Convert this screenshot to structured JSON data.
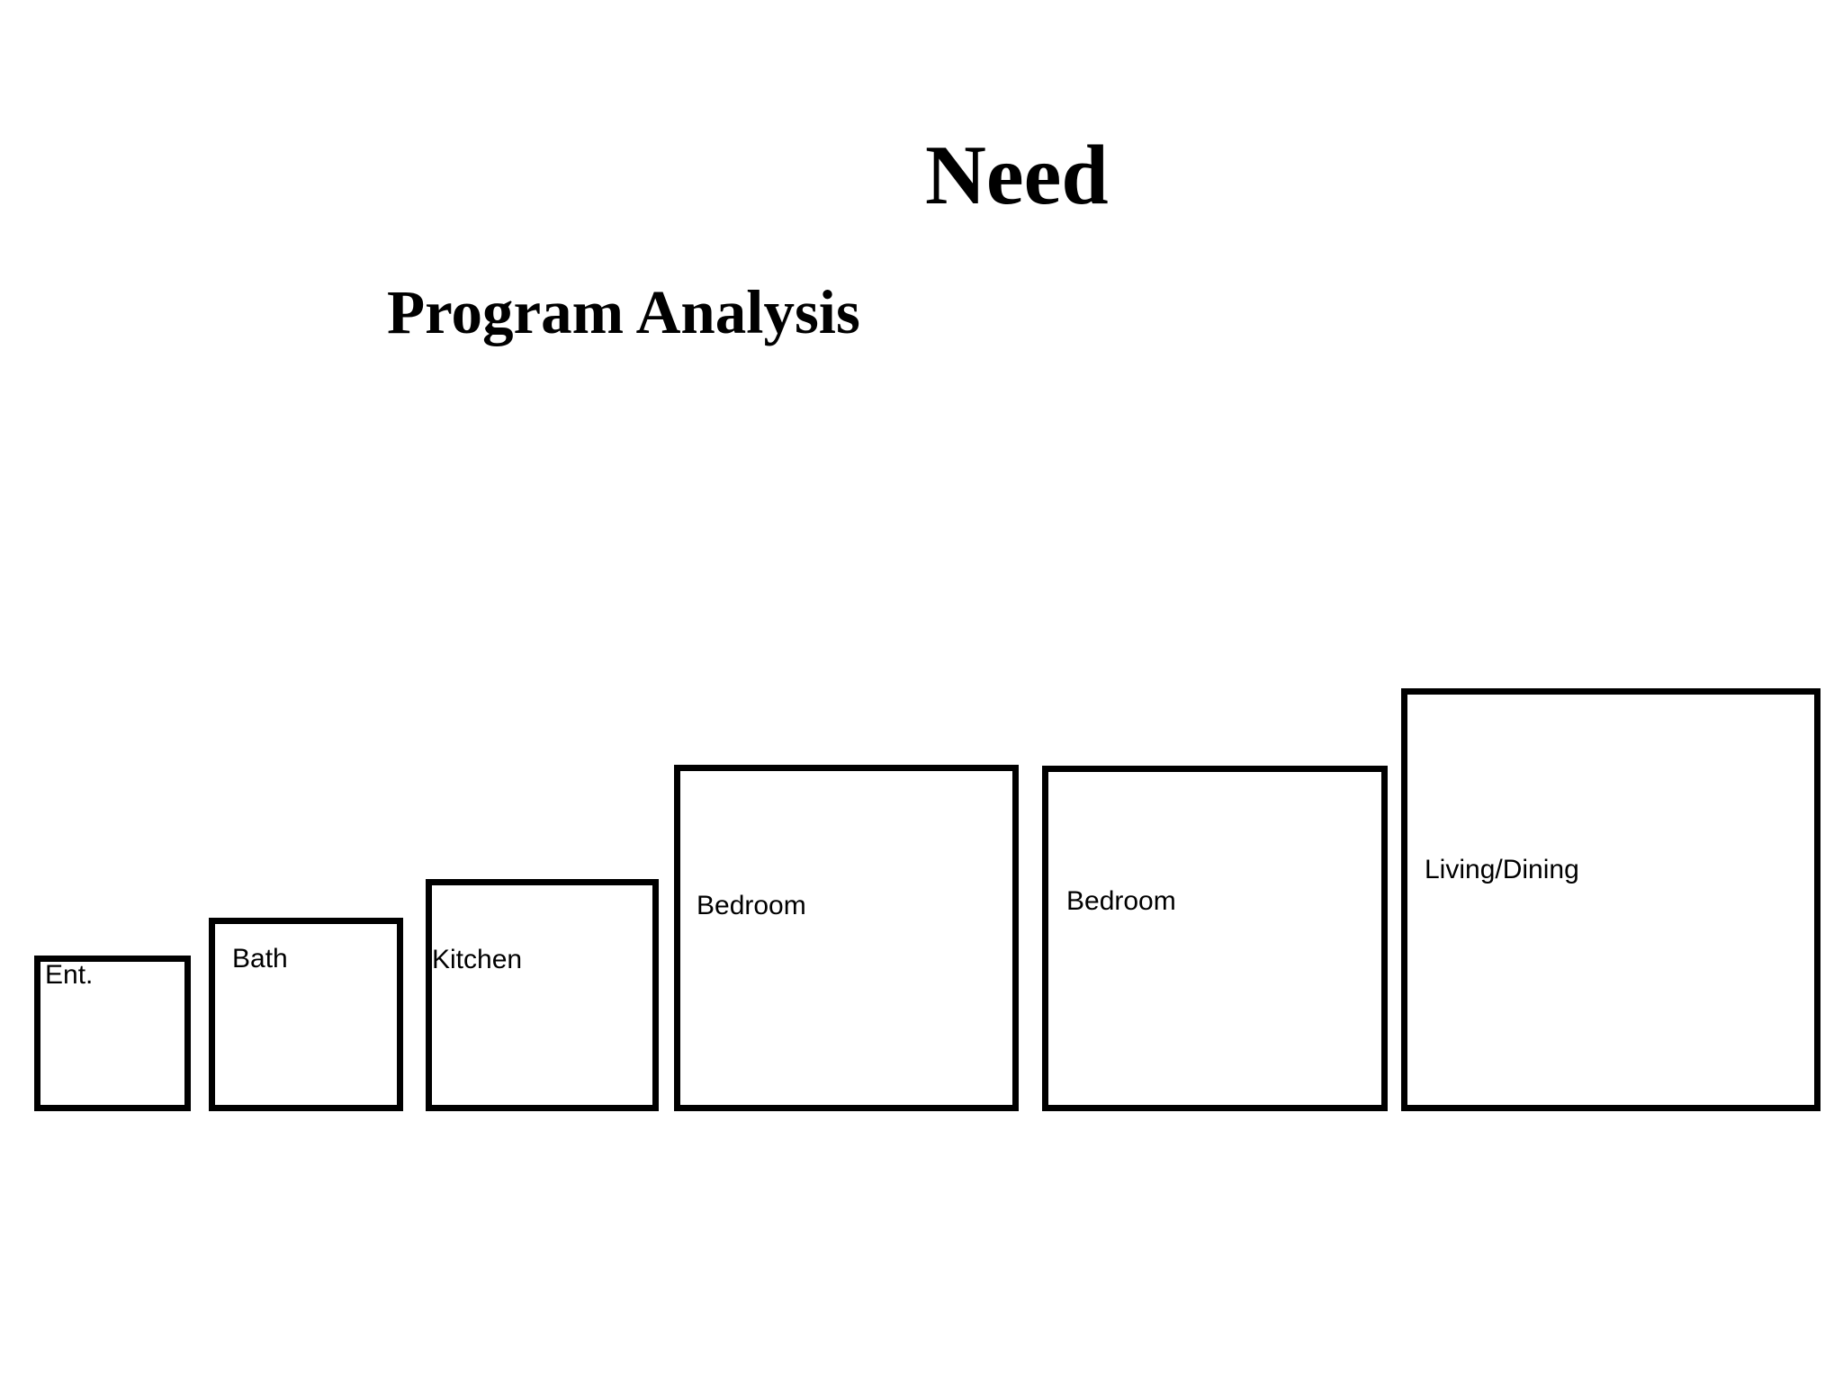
{
  "slide": {
    "title": "Need",
    "subtitle": "Program Analysis",
    "background_color": "#ffffff",
    "ink_color": "#000000"
  },
  "rooms": [
    {
      "label": "Ent."
    },
    {
      "label": "Bath"
    },
    {
      "label": "Kitchen"
    },
    {
      "label": "Bedroom"
    },
    {
      "label": "Bedroom"
    },
    {
      "label": "Living/Dining"
    }
  ]
}
